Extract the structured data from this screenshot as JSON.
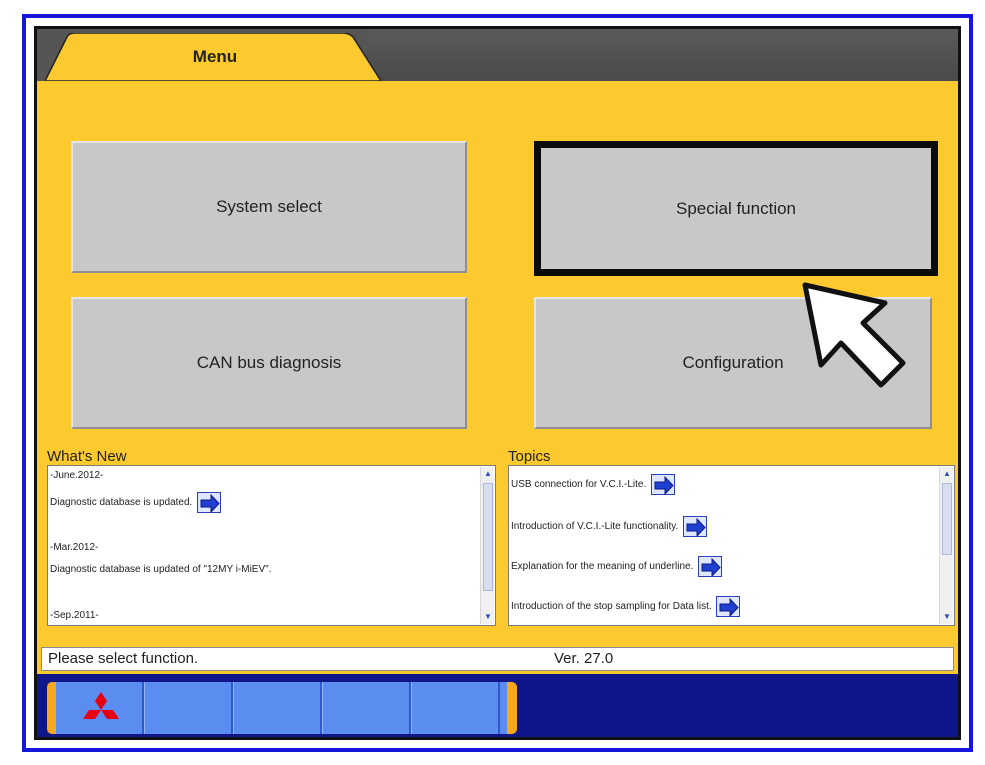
{
  "tabs": {
    "menu_label": "Menu"
  },
  "buttons": {
    "system_select": "System select",
    "special_function": "Special function",
    "can_bus": "CAN bus diagnosis",
    "configuration": "Configuration"
  },
  "whats_new": {
    "title": "What's New",
    "lines": [
      "-June.2012-",
      "Diagnostic database is updated.",
      "-Mar.2012-",
      "Diagnostic database is updated of \"12MY i-MiEV\".",
      "-Sep.2011-"
    ]
  },
  "topics": {
    "title": "Topics",
    "items": [
      "USB connection for V.C.I.-Lite.",
      "Introduction of V.C.I.-Lite functionality.",
      "Explanation for the meaning of underline.",
      "Introduction of the stop sampling for Data list."
    ]
  },
  "status": {
    "message": "Please select function.",
    "version": "Ver. 27.0"
  },
  "colors": {
    "frame_blue": "#1616d8",
    "screen_yellow": "#fcc92f",
    "button_gray": "#c8c8c8",
    "bottom_navy": "#0f1689",
    "toolbar_blue": "#5b8df0",
    "logo_red": "#e60012"
  },
  "icons": [
    "right-arrow-icon",
    "mitsubishi-logo-icon",
    "mouse-cursor-icon",
    "scroll-up-icon",
    "scroll-down-icon"
  ]
}
